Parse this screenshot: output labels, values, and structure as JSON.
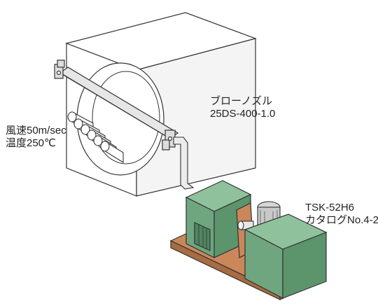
{
  "labels": {
    "nozzle": {
      "line1": "ブローノズル",
      "line2": "25DS-400-1.0"
    },
    "air": {
      "line1": "風速50m/sec",
      "line2": "温度250℃"
    },
    "blower": {
      "line1": "TSK-52H6",
      "line2": "カタログNo.4-2"
    }
  },
  "colors": {
    "outline": "#333333",
    "housing": "#ffffff",
    "housing_shade": "#f0f0f0",
    "blower_green": "#6fa67f",
    "blower_green_dark": "#4f8660",
    "blower_green_light": "#8fc29c",
    "base_orange": "#c9875a",
    "base_orange_dark": "#a96b42",
    "motor_gray": "#c8c8c8",
    "pipe_gray": "#e0e0e0"
  }
}
